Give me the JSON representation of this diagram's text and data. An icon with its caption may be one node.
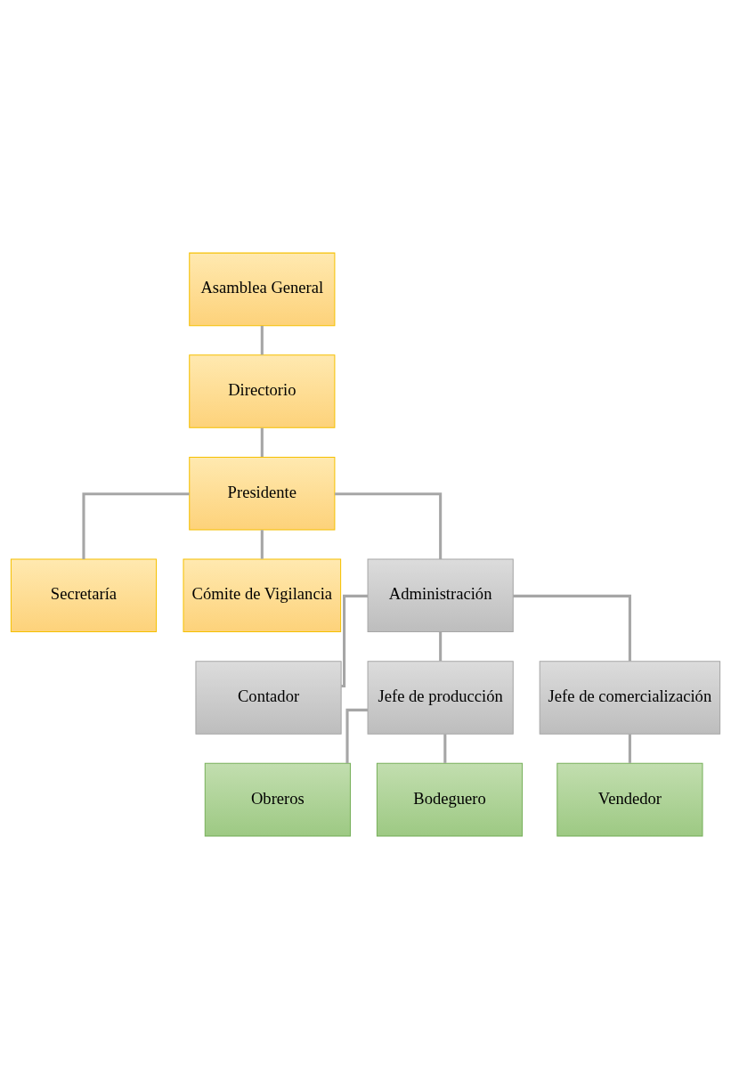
{
  "diagram": {
    "nodes": [
      {
        "text": [
          "Asamblea General"
        ]
      },
      {
        "text": [
          "Directorio"
        ]
      },
      {
        "text": [
          "Presidente"
        ]
      },
      {
        "text": [
          "Secretaría"
        ]
      },
      {
        "text": [
          "Cómite de Vigilancia"
        ]
      },
      {
        "text": [
          "Administración"
        ]
      },
      {
        "text": [
          "Contador"
        ]
      },
      {
        "text": [
          "Jefe de producción"
        ]
      },
      {
        "text": [
          "Jefe de comercialización"
        ]
      },
      {
        "text": [
          "Obreros"
        ]
      },
      {
        "text": [
          "Bodeguero"
        ]
      },
      {
        "text": [
          "Vendedor"
        ]
      }
    ],
    "edges": [
      {
        "from": 0,
        "to": 1,
        "arrow": "none"
      },
      {
        "from": 1,
        "to": 2,
        "arrow": "none"
      },
      {
        "from": 2,
        "to": 3,
        "arrow": "none"
      },
      {
        "from": 2,
        "to": 4,
        "arrow": "none"
      },
      {
        "from": 2,
        "to": 5,
        "arrow": "none"
      },
      {
        "from": 5,
        "to": 6,
        "arrow": "none"
      },
      {
        "from": 5,
        "to": 7,
        "arrow": "none"
      },
      {
        "from": 5,
        "to": 8,
        "arrow": "none"
      },
      {
        "from": 7,
        "to": 9,
        "arrow": "none"
      },
      {
        "from": 7,
        "to": 10,
        "arrow": "none"
      },
      {
        "from": 8,
        "to": 11,
        "arrow": "none"
      }
    ]
  }
}
